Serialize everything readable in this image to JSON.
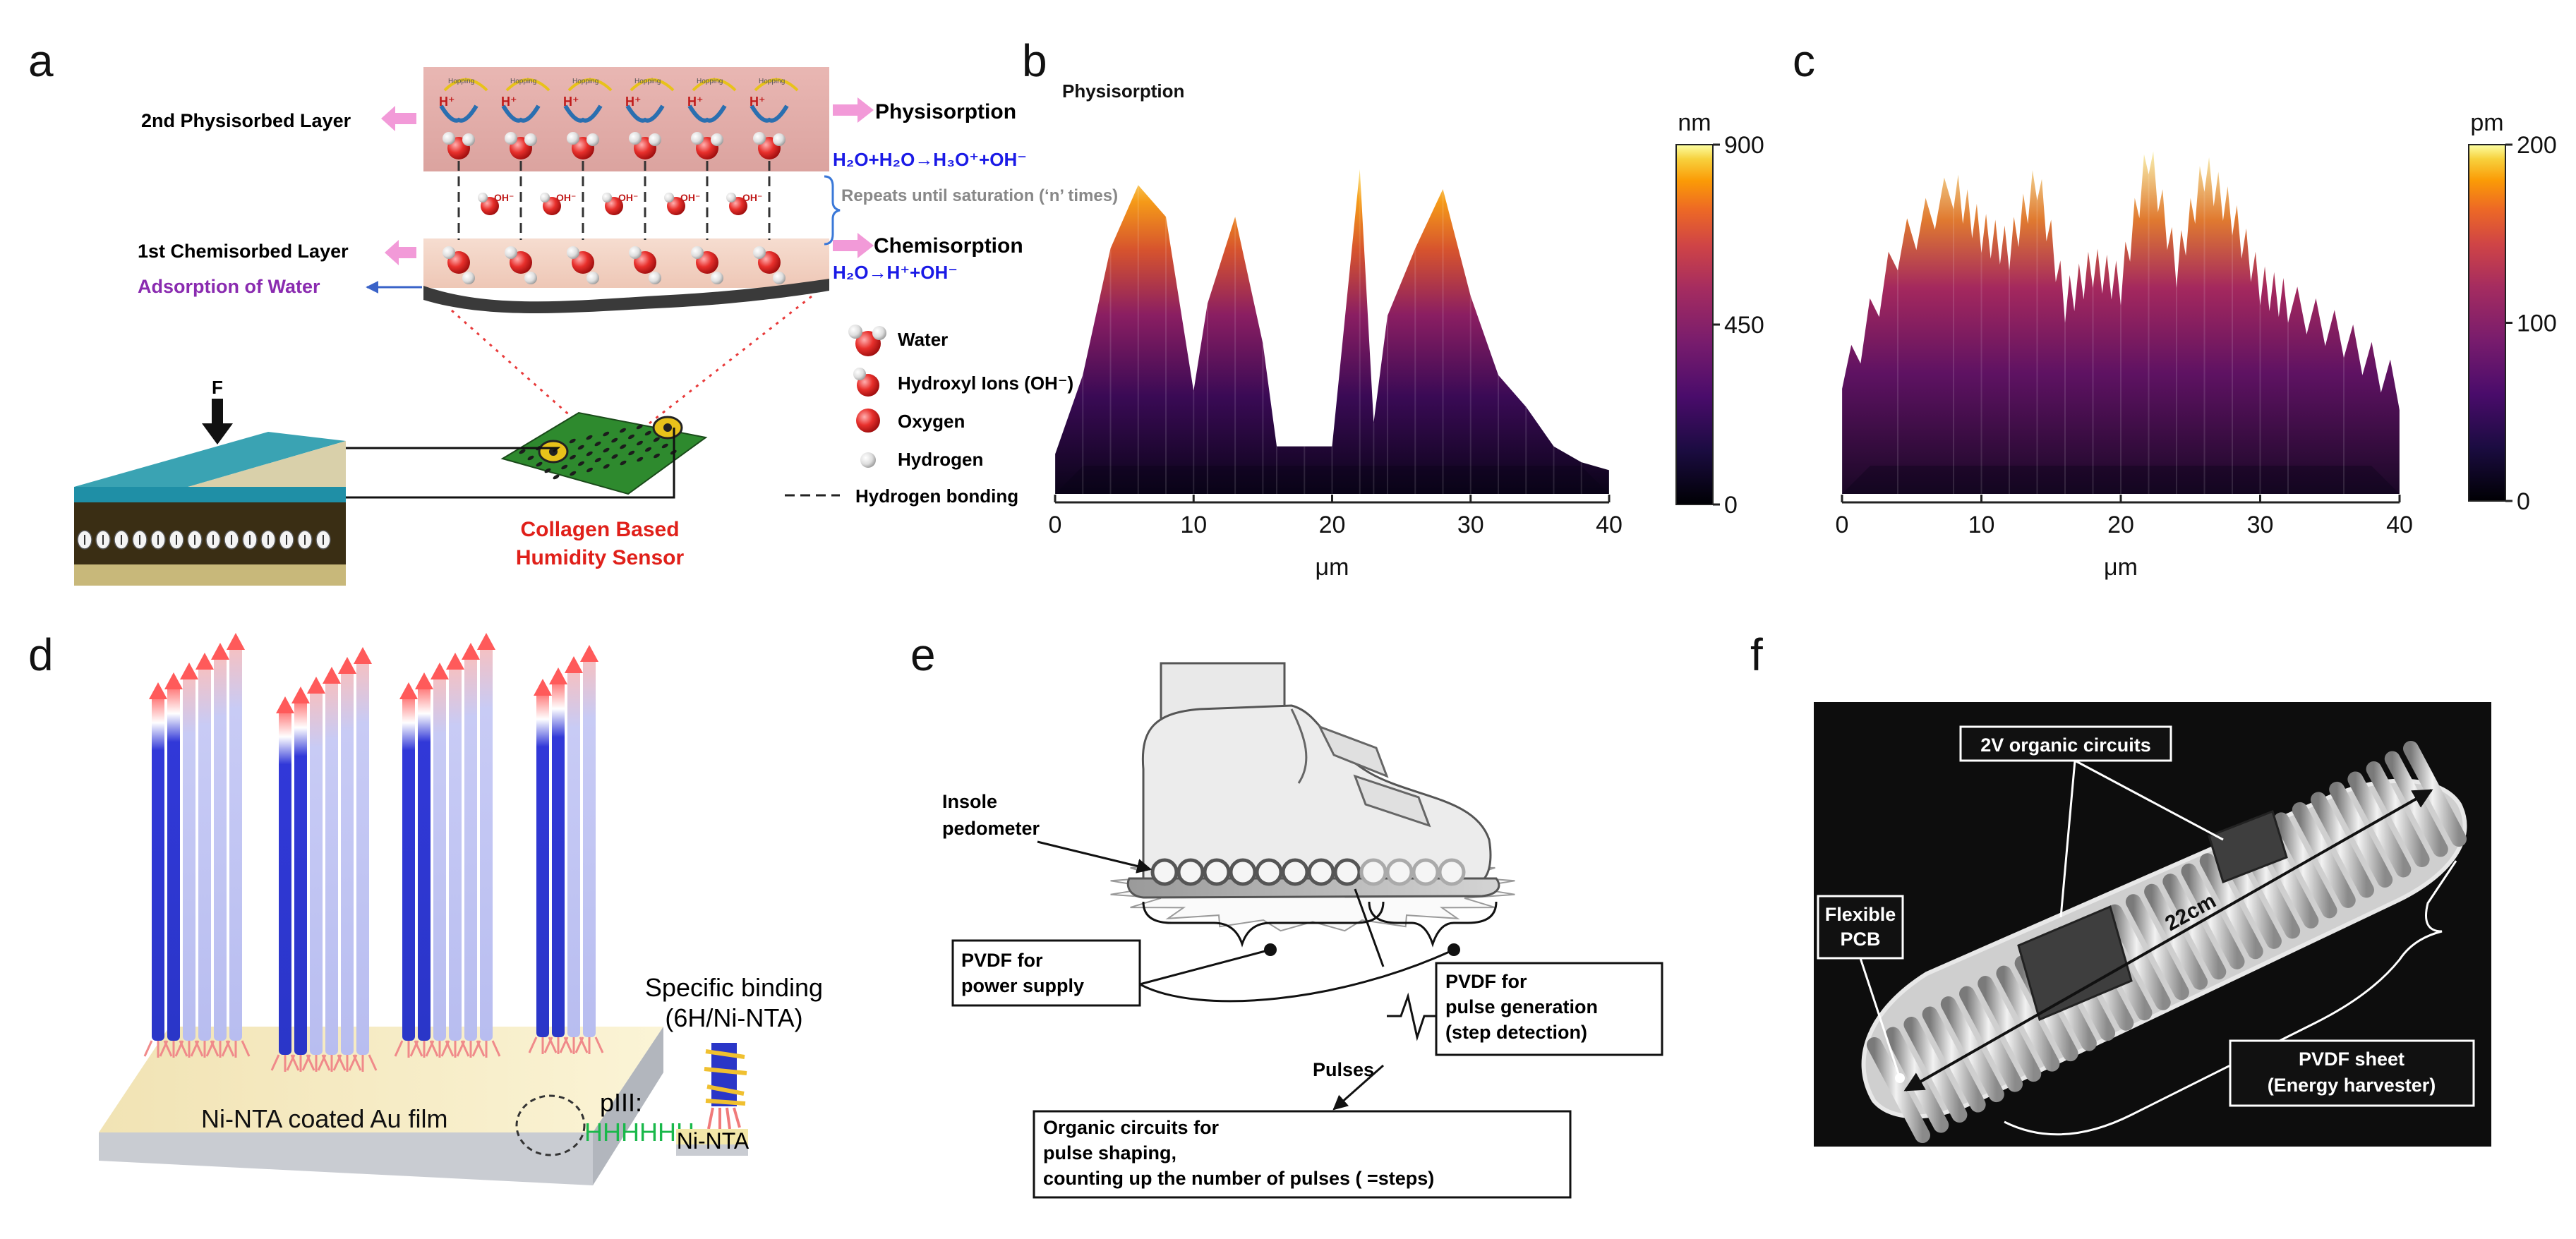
{
  "panel_labels": [
    "a",
    "b",
    "c",
    "d",
    "e",
    "f"
  ],
  "panel_a": {
    "second_layer": "2nd Physisorbed Layer",
    "physisorption": "Physisorption",
    "reaction_1": "H₂O+H₂O→H₃O⁺+OH⁻",
    "repeats": "Repeats until saturation (‘n’ times)",
    "first_layer": "1st Chemisorbed Layer",
    "chemisorption": "Chemisorption",
    "reaction_2": "H₂O→H⁺+OH⁻",
    "adsorption": "Adsorption of Water",
    "hopping": "Hopping",
    "h_plus": "H⁺",
    "oh_minus": "OH⁻",
    "force": "F",
    "sensor_label_1": "Collagen Based",
    "sensor_label_2": "Humidity Sensor",
    "legend": [
      "Water",
      "Hydroxyl Ions (OH⁻)",
      "Oxygen",
      "Hydrogen",
      "Hydrogen bonding"
    ]
  },
  "chart_data": [
    {
      "type": "area",
      "panel": "b",
      "title": "Physisorption",
      "xlabel": "μm",
      "xticks": [
        "0",
        "10",
        "20",
        "30",
        "40"
      ],
      "xlim": [
        0,
        40
      ],
      "colorbar": {
        "unit": "nm",
        "ticks": [
          "900",
          "450",
          "0"
        ],
        "range": [
          0,
          900
        ]
      },
      "x": [
        0,
        2,
        4,
        6,
        8,
        10,
        11,
        13,
        15,
        16,
        18,
        20,
        22,
        23,
        24,
        26,
        28,
        30,
        32,
        34,
        36,
        38,
        40
      ],
      "values": [
        100,
        300,
        620,
        780,
        700,
        260,
        480,
        700,
        380,
        120,
        120,
        120,
        820,
        180,
        450,
        620,
        770,
        500,
        300,
        220,
        120,
        80,
        60
      ]
    },
    {
      "type": "area",
      "panel": "c",
      "xlabel": "μm",
      "xticks": [
        "0",
        "10",
        "20",
        "30",
        "40"
      ],
      "xlim": [
        0,
        40
      ],
      "colorbar": {
        "unit": "pm",
        "ticks": [
          "200",
          "100",
          "0"
        ],
        "range": [
          0,
          200
        ]
      },
      "x": [
        0,
        4,
        8,
        10,
        12,
        14,
        16,
        18,
        20,
        22,
        24,
        26,
        28,
        30,
        32,
        36,
        40
      ],
      "values": [
        60,
        140,
        175,
        150,
        140,
        180,
        110,
        130,
        120,
        195,
        130,
        185,
        160,
        120,
        110,
        90,
        60
      ]
    }
  ],
  "panel_d": {
    "film": "Ni-NTA coated Au film",
    "binding_1": "Specific binding",
    "binding_2": "(6H/Ni-NTA)",
    "piii": "pIII:",
    "his": "HHHHHH",
    "ninta": "Ni-NTA"
  },
  "panel_e": {
    "insole_1": "Insole",
    "insole_2": "pedometer",
    "pvdf_power_1": "PVDF for",
    "pvdf_power_2": "power supply",
    "pvdf_pulse_1": "PVDF for",
    "pvdf_pulse_2": "pulse generation",
    "pvdf_pulse_3": "(step detection)",
    "pulses": "Pulses",
    "organic_1": "Organic circuits for",
    "organic_2": "pulse shaping,",
    "organic_3": "counting up the number of pulses ( =steps)"
  },
  "panel_f": {
    "circuits": "2V organic circuits",
    "pcb_1": "Flexible",
    "pcb_2": "PCB",
    "length": "22cm",
    "sheet_1": "PVDF sheet",
    "sheet_2": "(Energy harvester)"
  }
}
